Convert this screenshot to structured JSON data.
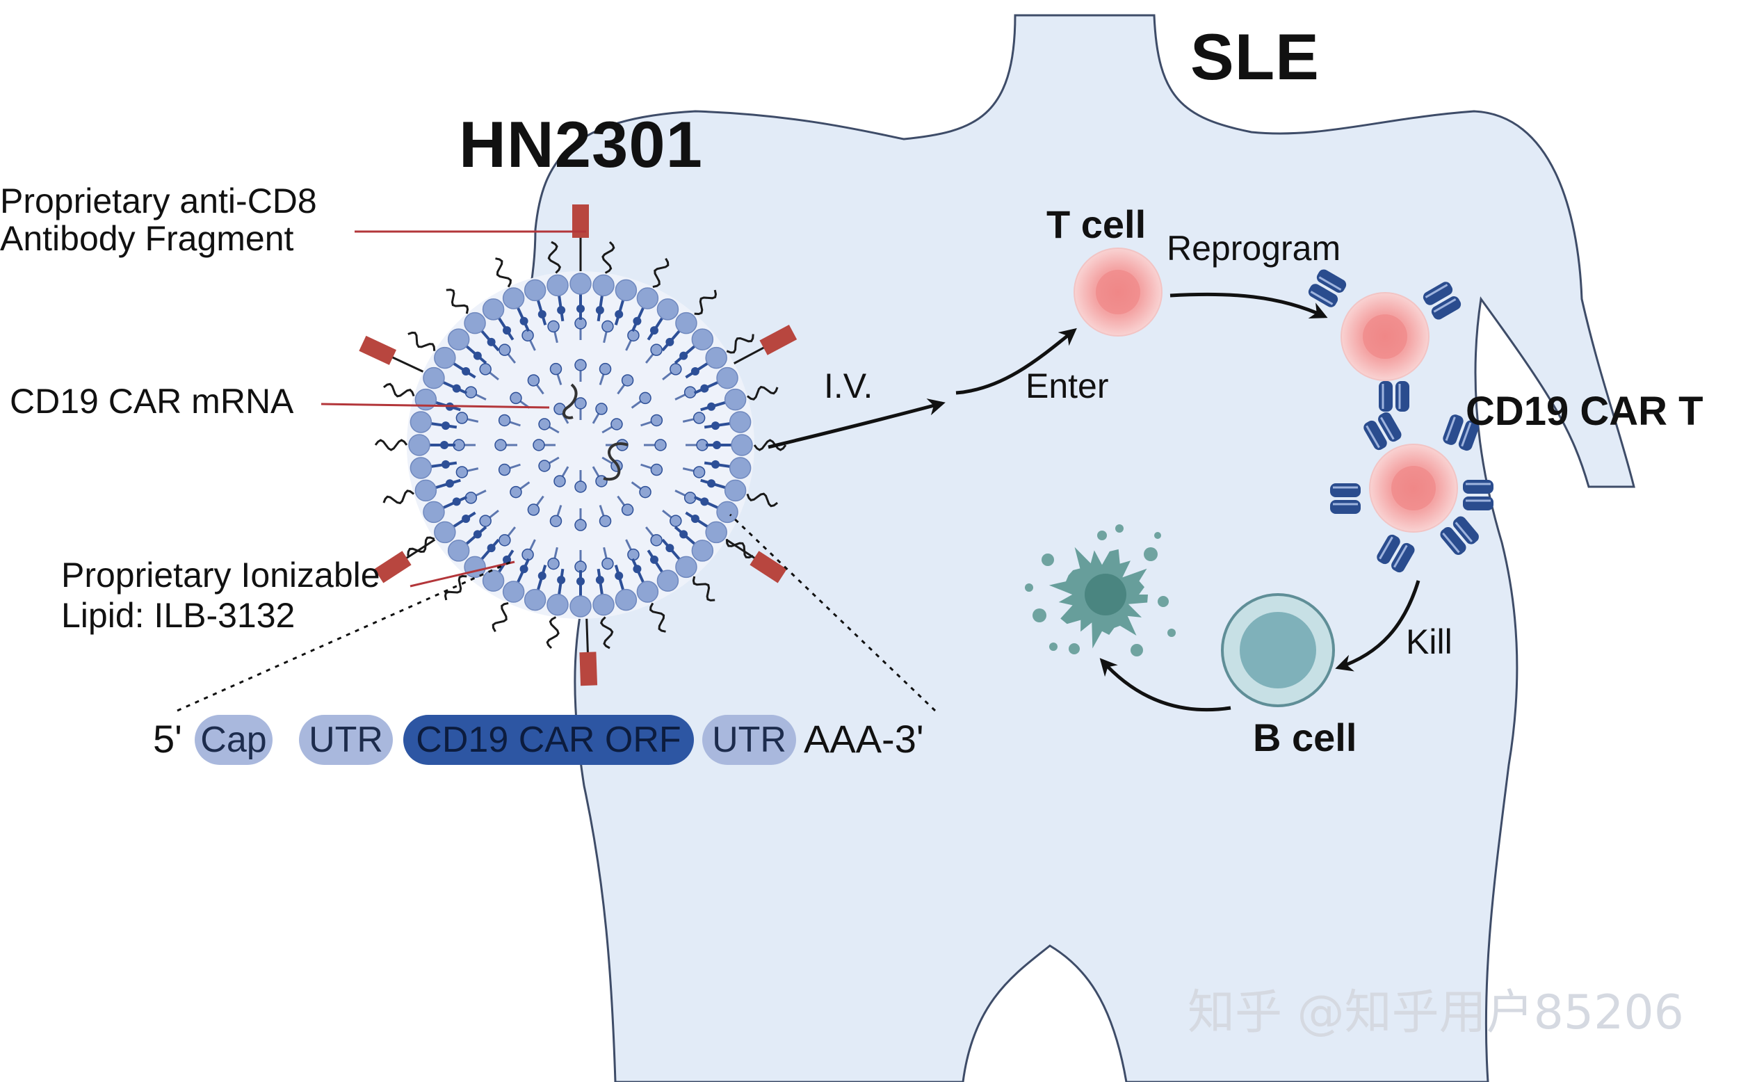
{
  "lnp": {
    "title": "HN2301",
    "callouts": {
      "antibody_line1": "Proprietary anti-CD8",
      "antibody_line2": "Antibody Fragment",
      "mrna": "CD19 CAR mRNA",
      "lipid_line1": "Proprietary Ionizable",
      "lipid_line2": "Lipid: ILB-3132"
    },
    "colors": {
      "lipid_head": "#8ea5d4",
      "lipid_tail": "#2d4f97",
      "antibody": "#b8463f",
      "callout_line": "#b3363a"
    }
  },
  "mrna_construct": {
    "prefix": "5'",
    "segments": [
      "Cap",
      "UTR",
      "CD19 CAR ORF",
      "UTR"
    ],
    "suffix": "AAA-3'"
  },
  "body": {
    "title": "SLE",
    "route_label": "I.V.",
    "enter_label": "Enter",
    "t_cell_label": "T cell",
    "reprogram_label": "Reprogram",
    "car_t_label": "CD19 CAR T",
    "kill_label": "Kill",
    "b_cell_label": "B cell",
    "colors": {
      "body_fill": "#e2ebf7",
      "body_outline": "#3e4c68",
      "t_cell": "#f4b5b5",
      "receptor": "#2a4c8e",
      "b_cell": "#9fc4cc",
      "dead_cell": "#5a9690"
    }
  },
  "watermark": "知乎 @知乎用户85206"
}
